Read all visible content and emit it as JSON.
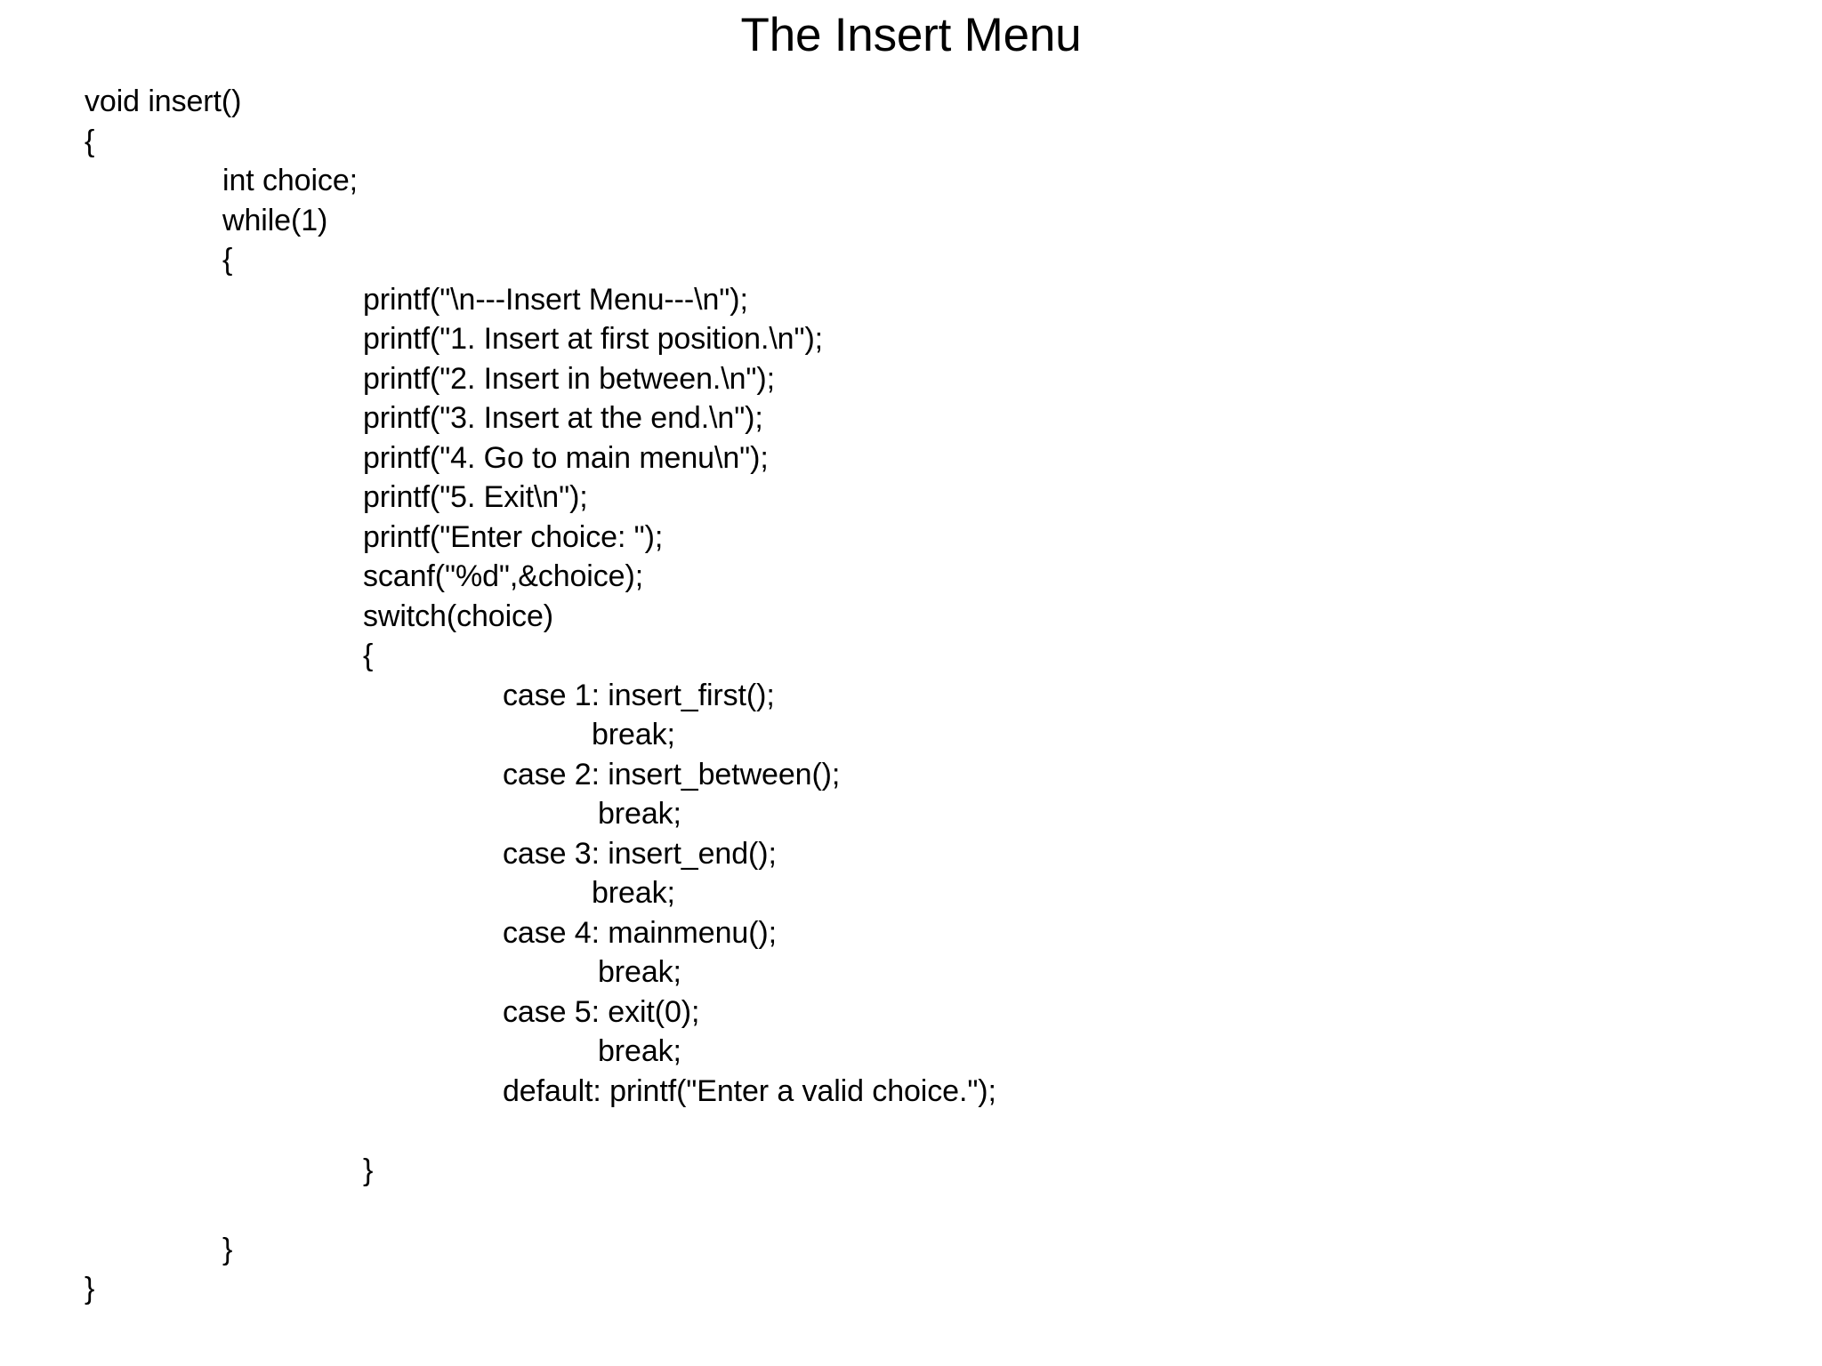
{
  "slide": {
    "title": "The Insert Menu",
    "language": "c",
    "code_lines": [
      {
        "indent": 0,
        "text": "void insert()"
      },
      {
        "indent": 0,
        "text": "{"
      },
      {
        "indent": 1,
        "text": "int choice;"
      },
      {
        "indent": 1,
        "text": "while(1)"
      },
      {
        "indent": 1,
        "text": "{"
      },
      {
        "indent": 2,
        "text": "printf(\"\\n---Insert Menu---\\n\");"
      },
      {
        "indent": 2,
        "text": "printf(\"1. Insert at first position.\\n\");"
      },
      {
        "indent": 2,
        "text": "printf(\"2. Insert in between.\\n\");"
      },
      {
        "indent": 2,
        "text": "printf(\"3. Insert at the end.\\n\");"
      },
      {
        "indent": 2,
        "text": "printf(\"4. Go to main menu\\n\");"
      },
      {
        "indent": 2,
        "text": "printf(\"5. Exit\\n\");"
      },
      {
        "indent": 2,
        "text": "printf(\"Enter choice: \");"
      },
      {
        "indent": 2,
        "text": "scanf(\"%d\",&choice);"
      },
      {
        "indent": 2,
        "text": "switch(choice)"
      },
      {
        "indent": 2,
        "text": "{"
      },
      {
        "indent": 3,
        "text": "case 1: insert_first();"
      },
      {
        "indent": 4,
        "text": "break;"
      },
      {
        "indent": 3,
        "text": "case 2: insert_between();"
      },
      {
        "indent": 5,
        "text": "break;"
      },
      {
        "indent": 3,
        "text": "case 3: insert_end();"
      },
      {
        "indent": 4,
        "text": "break;"
      },
      {
        "indent": 3,
        "text": "case 4: mainmenu();"
      },
      {
        "indent": 5,
        "text": "break;"
      },
      {
        "indent": 3,
        "text": "case 5: exit(0);"
      },
      {
        "indent": 5,
        "text": "break;"
      },
      {
        "indent": 3,
        "text": "default: printf(\"Enter a valid choice.\");"
      },
      {
        "indent": 2,
        "text": ""
      },
      {
        "indent": 2,
        "text": "}"
      },
      {
        "indent": 1,
        "text": ""
      },
      {
        "indent": 1,
        "text": "}"
      },
      {
        "indent": 0,
        "text": "}"
      }
    ]
  },
  "theme": {
    "background": "#ffffff",
    "text_color": "#000000"
  }
}
